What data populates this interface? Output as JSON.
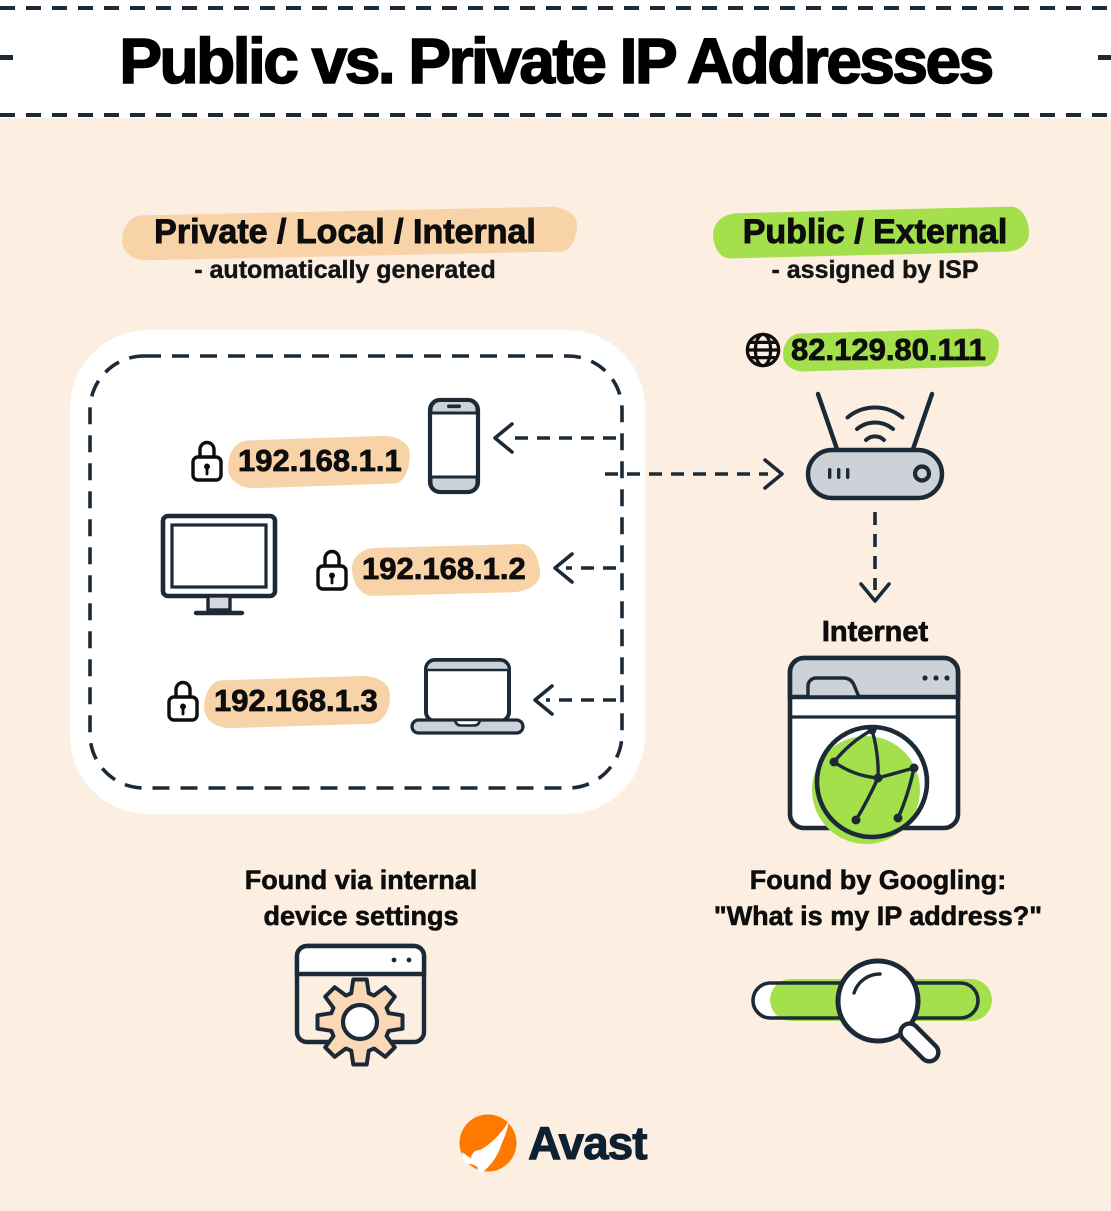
{
  "page": {
    "title": "Public vs. Private IP Addresses",
    "brand": "Avast"
  },
  "private_section": {
    "heading": "Private / Local / Internal",
    "subheading": "- automatically generated",
    "devices": [
      {
        "ip": "192.168.1.1",
        "device": "smartphone"
      },
      {
        "ip": "192.168.1.2",
        "device": "desktop-monitor"
      },
      {
        "ip": "192.168.1.3",
        "device": "laptop"
      }
    ],
    "found_line1": "Found via internal",
    "found_line2": "device settings"
  },
  "public_section": {
    "heading": "Public / External",
    "subheading": "- assigned by ISP",
    "public_ip": "82.129.80.111",
    "internet_label": "Internet",
    "found_line1": "Found by Googling:",
    "found_line2": "\"What is my IP address?\""
  },
  "colors": {
    "background": "#fdeee2",
    "panel": "#ffffff",
    "ink_outline": "#1c2a37",
    "highlight_orange": "#f9d3a8",
    "highlight_green": "#a3e04c",
    "device_grey": "#ccd2d8",
    "avast_orange": "#ff7800"
  }
}
